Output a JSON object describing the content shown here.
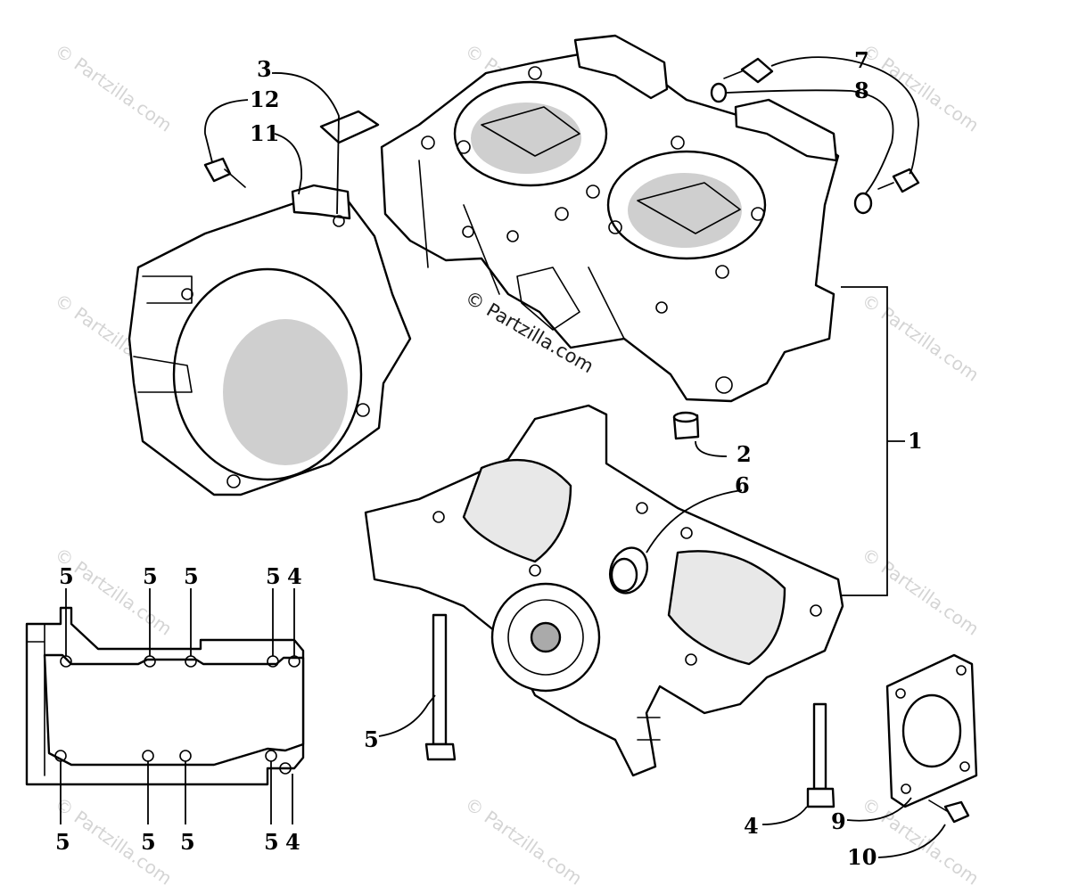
{
  "watermark_main": "© Partzilla.com",
  "watermark_faint": "© Partzilla.com",
  "callouts": {
    "c1": "1",
    "c2": "2",
    "c3": "3",
    "c4": "4",
    "c5": "5",
    "c6": "6",
    "c7": "7",
    "c8": "8",
    "c9": "9",
    "c10": "10",
    "c11": "11",
    "c12": "12"
  },
  "diagram_labels": {
    "top_5a": "5",
    "top_5b": "5",
    "top_5c": "5",
    "top_5d": "5",
    "top_4": "4",
    "bot_5a": "5",
    "bot_5b": "5",
    "bot_5c": "5",
    "bot_5d": "5",
    "bot_4": "4"
  }
}
